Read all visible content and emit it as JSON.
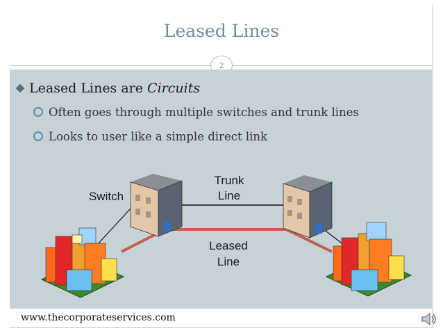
{
  "slide": {
    "title": "Leased Lines",
    "page_number": "2",
    "bullet_main_prefix": "Leased Lines are ",
    "bullet_main_em": "Circuits",
    "sub_bullets": [
      "Often goes through multiple switches and trunk lines",
      "Looks to user like a simple direct link"
    ]
  },
  "diagram": {
    "switch_label": "Switch",
    "trunk_label_1": "Trunk",
    "trunk_label_2": "Line",
    "leased_label_1": "Leased",
    "leased_label_2": "Line",
    "colors": {
      "trunk": "#111111",
      "leased": "#c0604a"
    }
  },
  "footer": {
    "url": "www.thecorporateservices.com",
    "icon": "speaker-icon"
  }
}
